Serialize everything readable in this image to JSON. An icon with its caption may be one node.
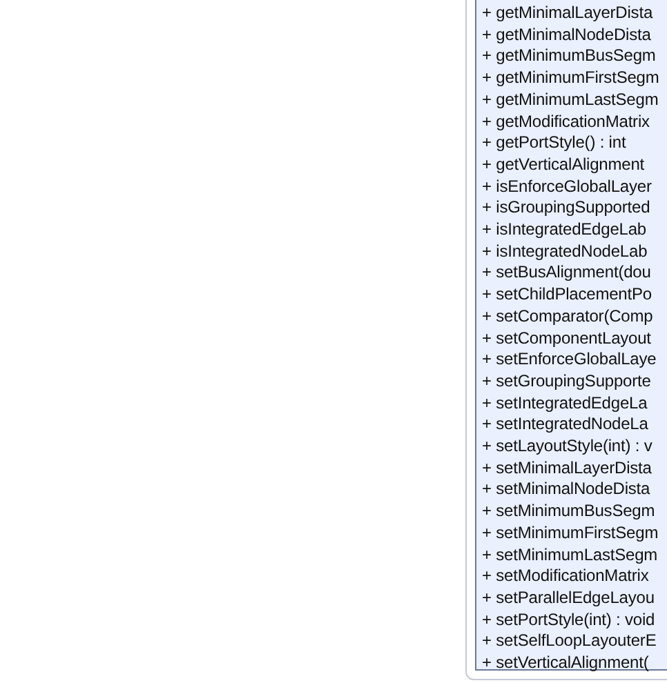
{
  "diagram": {
    "nodes": [
      {
        "text": [
          "+ getMinimalLayerDista",
          "+ getMinimalNodeDista",
          "+ getMinimumBusSegm",
          "+ getMinimumFirstSegm",
          "+ getMinimumLastSegm",
          "+ getModificationMatrix",
          "+ getPortStyle() : int",
          "+ getVerticalAlignment",
          "+ isEnforceGlobalLayer",
          "+ isGroupingSupported",
          "+ isIntegratedEdgeLab",
          "+ isIntegratedNodeLab",
          "+ setBusAlignment(dou",
          "+ setChildPlacementPo",
          "+ setComparator(Comp",
          "+ setComponentLayout",
          "+ setEnforceGlobalLaye",
          "+ setGroupingSupporte",
          "+ setIntegratedEdgeLa",
          "+ setIntegratedNodeLa",
          "+ setLayoutStyle(int) : v",
          "+ setMinimalLayerDista",
          "+ setMinimalNodeDista",
          "+ setMinimumBusSegm",
          "+ setMinimumFirstSegm",
          "+ setMinimumLastSegm",
          "+ setModificationMatrix",
          "+ setParallelEdgeLayou",
          "+ setPortStyle(int) : void",
          "+ setSelfLoopLayouterE",
          "+ setVerticalAlignment("
        ]
      }
    ]
  }
}
